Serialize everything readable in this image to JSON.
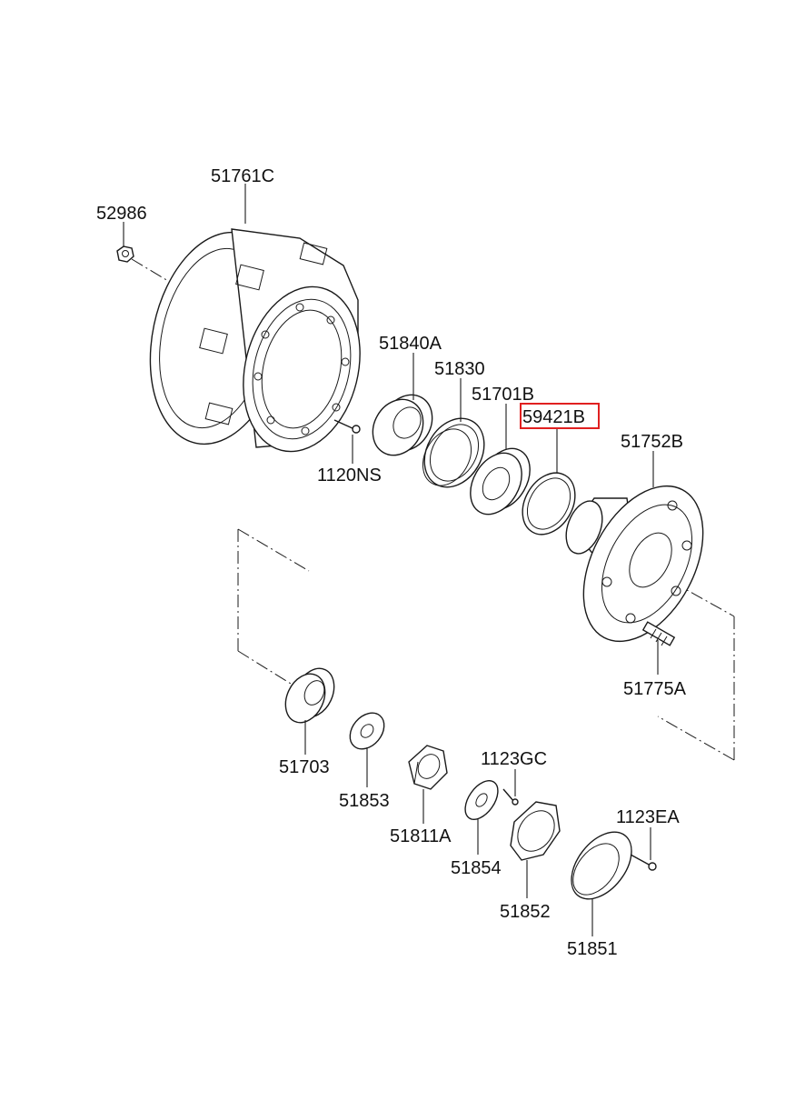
{
  "highlight_color": "#e02020",
  "labels": {
    "p51761C": "51761C",
    "p52986": "52986",
    "p51840A": "51840A",
    "p51830": "51830",
    "p51701B": "51701B",
    "p59421B": "59421B",
    "p51752B": "51752B",
    "p1120NS": "1120NS",
    "p51775A": "51775A",
    "p51703": "51703",
    "p51853": "51853",
    "p51811A": "51811A",
    "p1123GC": "1123GC",
    "p51854": "51854",
    "p51852": "51852",
    "p1123EA": "1123EA",
    "p51851": "51851"
  }
}
